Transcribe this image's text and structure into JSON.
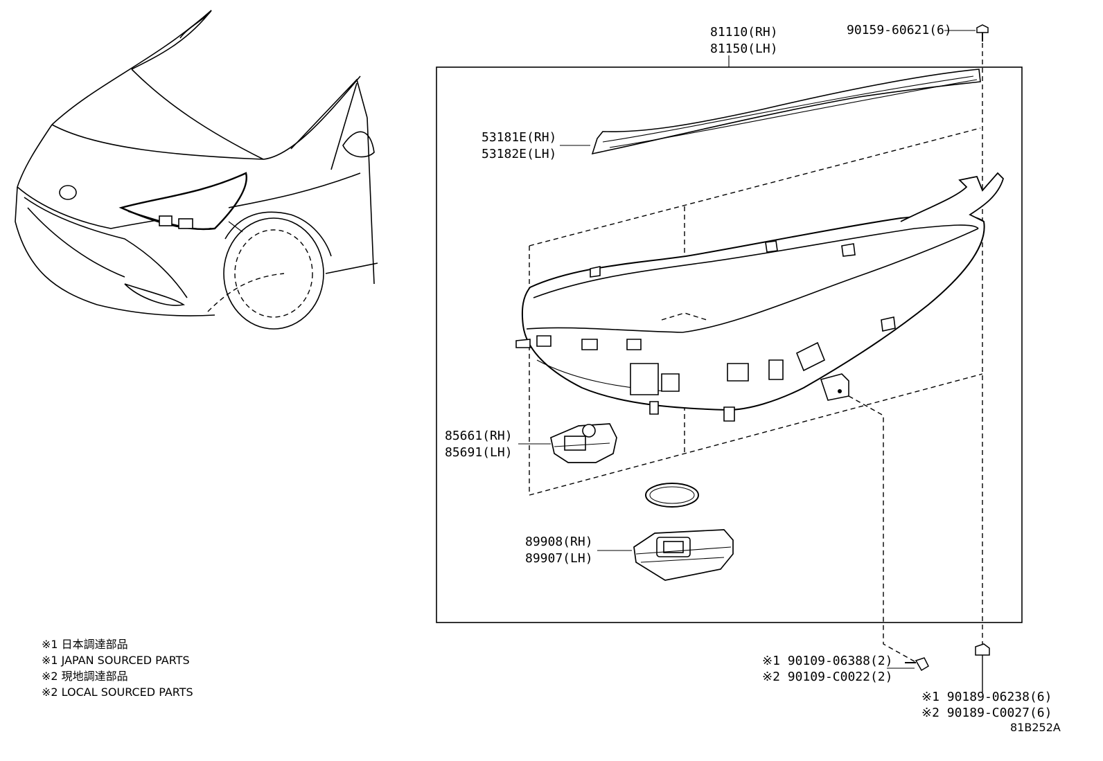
{
  "diagram_id": "81B252A",
  "parts": {
    "headlamp": {
      "rh": "81110(RH)",
      "lh": "81150(LH)"
    },
    "top_screw": "90159-60621(6)",
    "garnish": {
      "rh": "53181E(RH)",
      "lh": "53182E(LH)"
    },
    "leveling_actuator": {
      "rh": "85661(RH)",
      "lh": "85691(LH)"
    },
    "ballast": {
      "rh": "89908(RH)",
      "lh": "89907(LH)"
    },
    "bolt_a": {
      "j": "※1 90109-06388(2)",
      "l": "※2 90109-C0022(2)"
    },
    "bolt_b": {
      "j": "※1 90189-06238(6)",
      "l": "※2 90189-C0027(6)"
    }
  },
  "notes": [
    "※1 日本調達部品",
    "※1 JAPAN SOURCED PARTS",
    "※2 現地調達部品",
    "※2 LOCAL SOURCED PARTS"
  ]
}
